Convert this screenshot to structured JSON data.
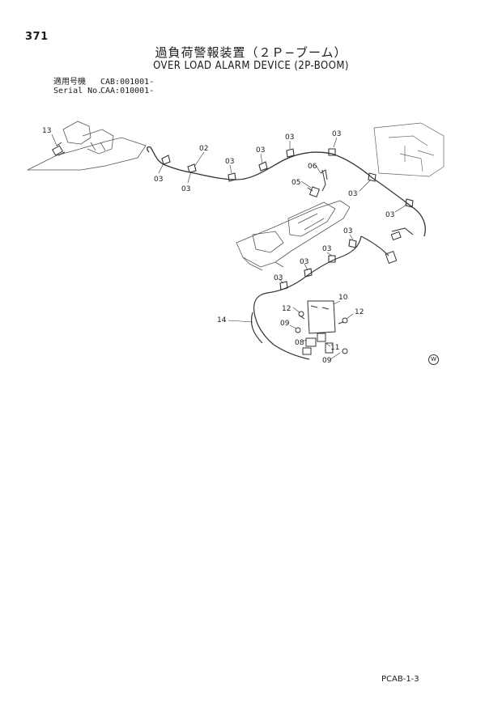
{
  "page": {
    "number": "371",
    "title_ja": "過負荷警報装置（２Ｐ−ブーム）",
    "title_en": "OVER LOAD ALARM DEVICE (2P-BOOM)",
    "footer_code": "PCAB-1-3",
    "watermark_symbol": "W"
  },
  "serial": [
    {
      "label": "適用号機",
      "value": "CAB:001001-"
    },
    {
      "label": "Serial No.",
      "value": "CAA:010001-"
    }
  ],
  "diagram": {
    "callouts": [
      {
        "id": "c13",
        "text": "13"
      },
      {
        "id": "c02",
        "text": "02"
      },
      {
        "id": "c03a",
        "text": "03"
      },
      {
        "id": "c03b",
        "text": "03"
      },
      {
        "id": "c03c",
        "text": "03"
      },
      {
        "id": "c03d",
        "text": "03"
      },
      {
        "id": "c03e",
        "text": "03"
      },
      {
        "id": "c03f",
        "text": "03"
      },
      {
        "id": "c03g",
        "text": "03"
      },
      {
        "id": "c03h",
        "text": "03"
      },
      {
        "id": "c03i",
        "text": "03"
      },
      {
        "id": "c03j",
        "text": "03"
      },
      {
        "id": "c03k",
        "text": "03"
      },
      {
        "id": "c03l",
        "text": "03"
      },
      {
        "id": "c05",
        "text": "05"
      },
      {
        "id": "c06",
        "text": "06"
      },
      {
        "id": "c10",
        "text": "10"
      },
      {
        "id": "c12a",
        "text": "12"
      },
      {
        "id": "c12b",
        "text": "12"
      },
      {
        "id": "c14",
        "text": "14"
      },
      {
        "id": "c09a",
        "text": "09"
      },
      {
        "id": "c09b",
        "text": "09"
      },
      {
        "id": "c08",
        "text": "08"
      },
      {
        "id": "c11",
        "text": "11"
      }
    ]
  }
}
